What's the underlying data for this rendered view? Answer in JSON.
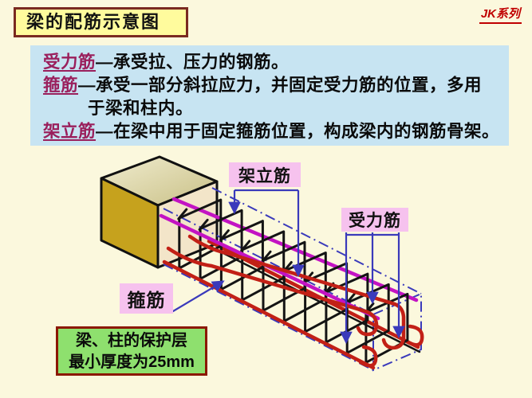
{
  "title_box": {
    "label": "梁的配筋示意图"
  },
  "brand": {
    "label": "JK系列"
  },
  "definitions": {
    "line1": {
      "term": "受力筋",
      "rest": "—承受拉、压力的钢筋。"
    },
    "line2": {
      "term": "箍筋",
      "rest": "—承受一部分斜拉应力，并固定受力筋的位置，多用"
    },
    "line3": {
      "rest": "于梁和柱内。"
    },
    "line4": {
      "term": "架立筋",
      "rest": "—在梁中用于固定箍筋位置，构成梁内的钢筋骨架。"
    }
  },
  "diagram": {
    "labels": {
      "erection": "架立筋",
      "load": "受力筋",
      "stirrup": "箍筋"
    },
    "note": {
      "line1": "梁、柱的保护层",
      "line2": "最小厚度为25mm"
    },
    "colors": {
      "page_bg": "#FBF8DD",
      "title_bg": "#FFFB9D",
      "title_border": "#7A2A20",
      "definitions_bg": "#C7E4F2",
      "term_color": "#9A1F5C",
      "brand_color": "#C00000",
      "label_bg": "#F6C2EE",
      "note_bg": "#8EE06E",
      "note_border": "#8B1800",
      "erection_bar": "#C313C3",
      "load_bar": "#C22016",
      "stirrup_bar": "#141414",
      "outline": "#3A3ABB"
    }
  }
}
